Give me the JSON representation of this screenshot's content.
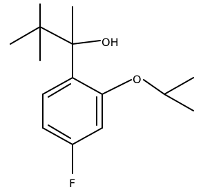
{
  "molecule": {
    "atoms": {
      "hydroxyl": "OH",
      "ether_oxygen": "O",
      "fluorine": "F"
    },
    "bond_color": "#000000",
    "background_color": "#ffffff"
  }
}
